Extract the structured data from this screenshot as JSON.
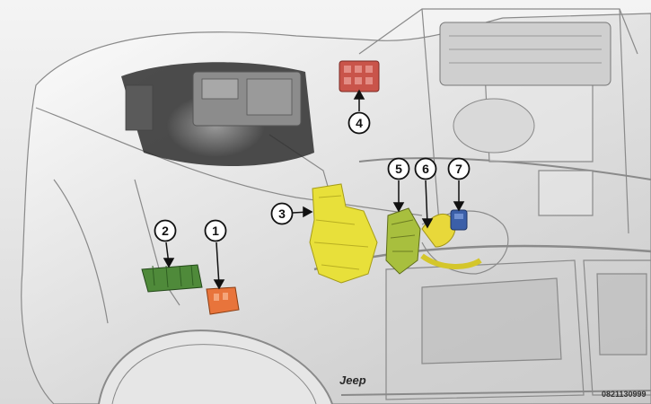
{
  "callouts": [
    {
      "label": "1",
      "component": "orange-module"
    },
    {
      "label": "2",
      "component": "green-module"
    },
    {
      "label": "3",
      "component": "yellow-module"
    },
    {
      "label": "4",
      "component": "red-module"
    },
    {
      "label": "5",
      "component": "green-yellow-module"
    },
    {
      "label": "6",
      "component": "yellow-connector"
    },
    {
      "label": "7",
      "component": "blue-connector"
    }
  ],
  "vehicle_badge": "Jeep",
  "image_code": "0821130999",
  "colors": {
    "orange_module": "#e8743b",
    "green_module": "#4f8a3a",
    "yellow_module": "#e8e03a",
    "red_module": "#c9544a",
    "blue_connector": "#3b5fa8",
    "ghost_body": "#cfcfcf",
    "outline": "#555555"
  }
}
